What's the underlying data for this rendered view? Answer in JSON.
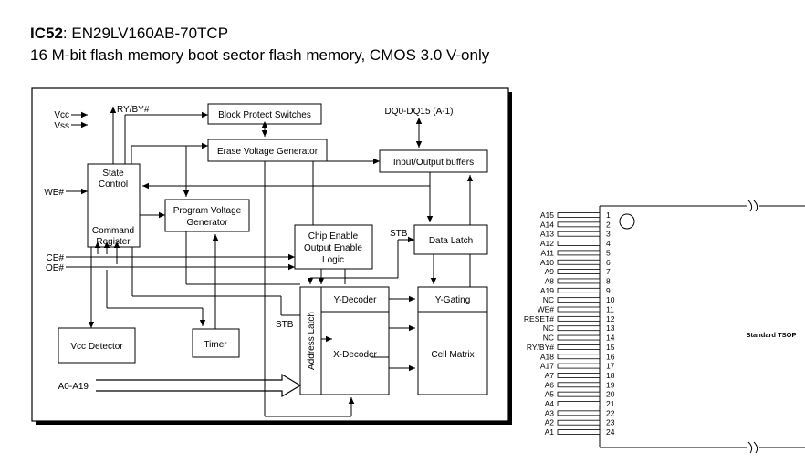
{
  "header": {
    "part_id": "IC52",
    "part_number": "EN29LV160AB-70TCP",
    "description": "16 M-bit flash memory boot sector flash memory, CMOS 3.0 V-only"
  },
  "block_diagram": {
    "blocks": {
      "block_protect": "Block Protect Switches",
      "erase_voltage": "Erase Voltage Generator",
      "io_buffers": "Input/Output buffers",
      "state_control": [
        "State",
        "Control"
      ],
      "command_register": [
        "Command",
        "Register"
      ],
      "program_voltage": [
        "Program Voltage",
        "Generator"
      ],
      "chip_enable": [
        "Chip Enable",
        "Output Enable",
        "Logic"
      ],
      "data_latch": "Data Latch",
      "y_decoder": "Y-Decoder",
      "y_gating": "Y-Gating",
      "address_latch": "Address Latch",
      "x_decoder": "X-Decoder",
      "cell_matrix": "Cell Matrix",
      "vcc_detector": "Vcc Detector",
      "timer": "Timer"
    },
    "signals": {
      "vcc": "Vcc",
      "vss": "Vss",
      "ry_by": "RY/BY#",
      "we": "WE#",
      "ce": "CE#",
      "oe": "OE#",
      "dq": "DQ0-DQ15 (A-1)",
      "stb_top": "STB",
      "stb_left": "STB",
      "address": "A0-A19"
    }
  },
  "package": {
    "label": "Standard TSOP",
    "pins": [
      {
        "num": "1",
        "name": "A15"
      },
      {
        "num": "2",
        "name": "A14"
      },
      {
        "num": "3",
        "name": "A13"
      },
      {
        "num": "4",
        "name": "A12"
      },
      {
        "num": "5",
        "name": "A11"
      },
      {
        "num": "6",
        "name": "A10"
      },
      {
        "num": "7",
        "name": "A9"
      },
      {
        "num": "8",
        "name": "A8"
      },
      {
        "num": "9",
        "name": "A19"
      },
      {
        "num": "10",
        "name": "NC"
      },
      {
        "num": "11",
        "name": "WE#"
      },
      {
        "num": "12",
        "name": "RESET#"
      },
      {
        "num": "13",
        "name": "NC"
      },
      {
        "num": "14",
        "name": "NC"
      },
      {
        "num": "15",
        "name": "RY/BY#"
      },
      {
        "num": "16",
        "name": "A18"
      },
      {
        "num": "17",
        "name": "A17"
      },
      {
        "num": "18",
        "name": "A7"
      },
      {
        "num": "19",
        "name": "A6"
      },
      {
        "num": "20",
        "name": "A5"
      },
      {
        "num": "21",
        "name": "A4"
      },
      {
        "num": "22",
        "name": "A3"
      },
      {
        "num": "23",
        "name": "A2"
      },
      {
        "num": "24",
        "name": "A1"
      }
    ]
  }
}
